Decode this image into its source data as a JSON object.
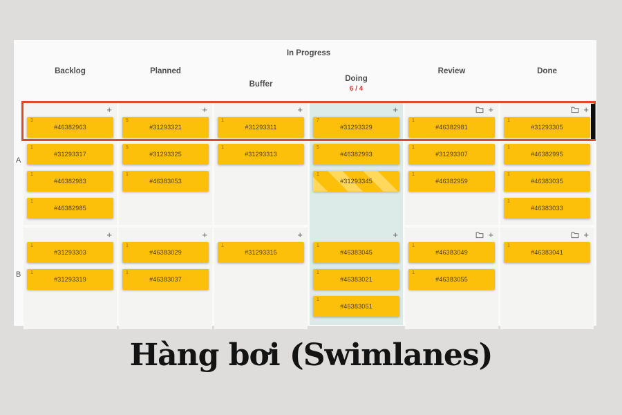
{
  "caption": "Hàng bơi (Swimlanes)",
  "board": {
    "group_header": "In Progress",
    "columns": [
      {
        "id": "backlog",
        "label": "Backlog",
        "icons": [
          "plus"
        ]
      },
      {
        "id": "planned",
        "label": "Planned",
        "icons": [
          "plus"
        ]
      },
      {
        "id": "buffer",
        "label": "Buffer",
        "icons": [
          "plus"
        ],
        "group": "In Progress"
      },
      {
        "id": "doing",
        "label": "Doing",
        "wip": "6 / 4",
        "icons": [
          "plus"
        ],
        "group": "In Progress",
        "highlight": true
      },
      {
        "id": "review",
        "label": "Review",
        "icons": [
          "folder",
          "plus"
        ]
      },
      {
        "id": "done",
        "label": "Done",
        "icons": [
          "folder",
          "plus"
        ]
      }
    ],
    "swimlanes": [
      {
        "label": "A",
        "cells": [
          {
            "column": "backlog",
            "cards": [
              {
                "id": "#46382963",
                "badge": "3"
              },
              {
                "id": "#31293317",
                "badge": "1"
              },
              {
                "id": "#46382983",
                "badge": "1"
              },
              {
                "id": "#46382985",
                "badge": "1"
              }
            ]
          },
          {
            "column": "planned",
            "cards": [
              {
                "id": "#31293321",
                "badge": "5"
              },
              {
                "id": "#31293325",
                "badge": "5"
              },
              {
                "id": "#46383053",
                "badge": "1"
              }
            ]
          },
          {
            "column": "buffer",
            "cards": [
              {
                "id": "#31293311",
                "badge": "1"
              },
              {
                "id": "#31293313",
                "badge": "1"
              }
            ]
          },
          {
            "column": "doing",
            "cards": [
              {
                "id": "#31293329",
                "badge": "7"
              },
              {
                "id": "#46382993",
                "badge": "5"
              },
              {
                "id": "#31293345",
                "badge": "1",
                "striped": true
              }
            ]
          },
          {
            "column": "review",
            "cards": [
              {
                "id": "#46382981",
                "badge": "1"
              },
              {
                "id": "#31293307",
                "badge": "1"
              },
              {
                "id": "#46382959",
                "badge": "1"
              }
            ]
          },
          {
            "column": "done",
            "cards": [
              {
                "id": "#31293305",
                "badge": "1"
              },
              {
                "id": "#46382995",
                "badge": "1"
              },
              {
                "id": "#46383035",
                "badge": "1"
              },
              {
                "id": "#46383033",
                "badge": "1"
              }
            ]
          }
        ]
      },
      {
        "label": "B",
        "cells": [
          {
            "column": "backlog",
            "cards": [
              {
                "id": "#31293303",
                "badge": "1"
              },
              {
                "id": "#31293319",
                "badge": "1"
              }
            ]
          },
          {
            "column": "planned",
            "cards": [
              {
                "id": "#46383029",
                "badge": "1"
              },
              {
                "id": "#46383037",
                "badge": "1"
              }
            ]
          },
          {
            "column": "buffer",
            "cards": [
              {
                "id": "#31293315",
                "badge": "1"
              }
            ]
          },
          {
            "column": "doing",
            "cards": [
              {
                "id": "#46383045",
                "badge": "1"
              },
              {
                "id": "#46383021",
                "badge": "1"
              },
              {
                "id": "#46383051",
                "badge": "1"
              }
            ]
          },
          {
            "column": "review",
            "cards": [
              {
                "id": "#46383049",
                "badge": "1"
              },
              {
                "id": "#46383055",
                "badge": "1"
              }
            ]
          },
          {
            "column": "done",
            "cards": [
              {
                "id": "#46383041",
                "badge": "1"
              }
            ]
          }
        ]
      }
    ]
  },
  "annotation": {
    "highlight_box_color": "#e0482a",
    "wip_alert_color": "#e5372e"
  },
  "colors": {
    "card": "#fcbf0a",
    "doing_column_bg": "#ddebe8",
    "page_bg": "#dedddb",
    "board_bg": "#fafafa"
  }
}
